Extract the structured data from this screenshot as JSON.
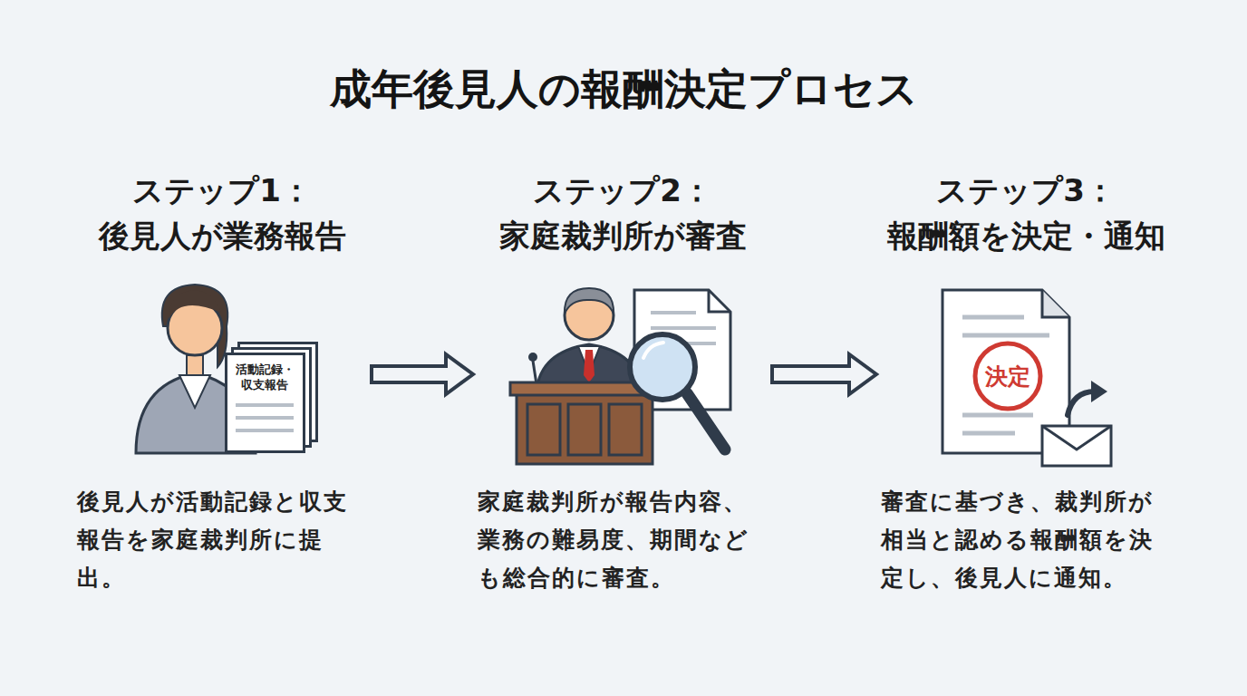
{
  "diagram": {
    "title": "成年後見人の報酬決定プロセス",
    "nodes": [
      {
        "text": [
          "ステップ1： 後見人が業務報告",
          "後見人が活動記録と収支報告を家庭裁判所に提出。"
        ]
      },
      {
        "text": [
          "活動記録・ 収支報告"
        ],
        "in": 0
      },
      {
        "text": [
          "ステップ2： 家庭裁判所が審査",
          "家庭裁判所が報告内容、業務の難易度、期間なども総合的に審査。"
        ]
      },
      {
        "text": [
          "ステップ3： 報酬額を決定・通知",
          "審査に基づき、裁判所が相当と認める報酬額を決定し、後見人に通知。"
        ]
      },
      {
        "text": [
          "決定"
        ],
        "in": 3
      }
    ],
    "edges": [
      {
        "from": 0,
        "to": 2,
        "arrow": "to"
      },
      {
        "from": 2,
        "to": 3,
        "arrow": "to"
      }
    ]
  }
}
